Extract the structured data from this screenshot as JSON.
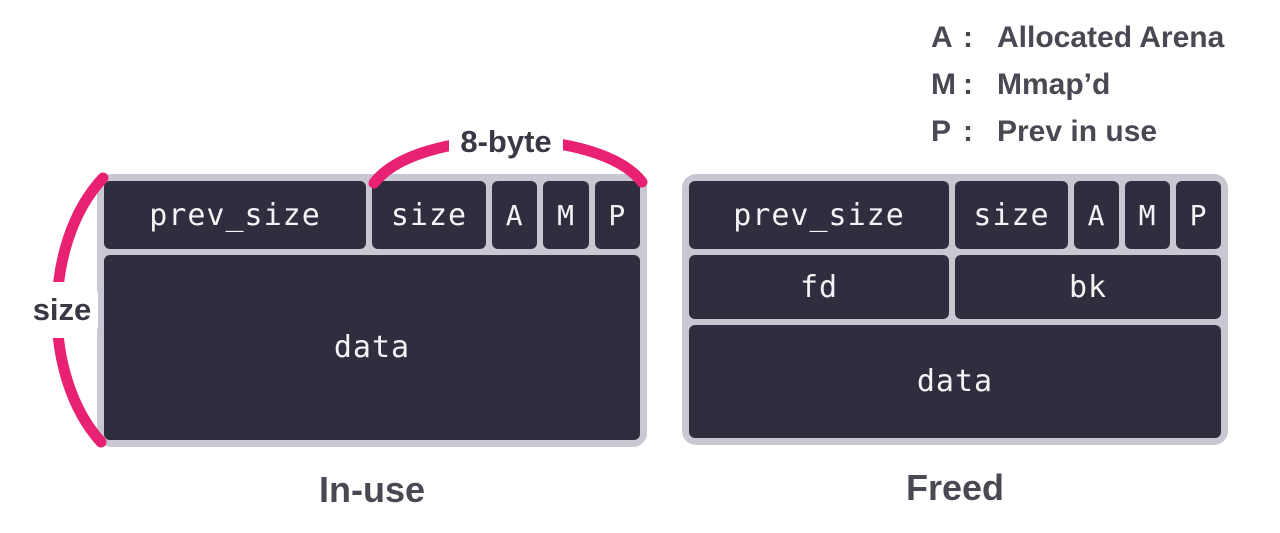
{
  "colors": {
    "cell_bg": "#2f2d3e",
    "frame": "#c9c8d2",
    "accent_pink": "#e82173",
    "dark_text": "#4a4853",
    "cell_text": "#f4f3f6",
    "label_bg": "#ffffff"
  },
  "legend": {
    "items": [
      {
        "key": "A",
        "separator": ":",
        "label": "Allocated Arena"
      },
      {
        "key": "M",
        "separator": ":",
        "label": "Mmap’d"
      },
      {
        "key": "P",
        "separator": ":",
        "label": "Prev in use"
      }
    ]
  },
  "annotations": {
    "byte_span_label": "8-byte",
    "size_span_label": "size"
  },
  "chunks": {
    "in_use": {
      "caption": "In-use",
      "header_cells": [
        "prev_size",
        "size",
        "A",
        "M",
        "P"
      ],
      "data_cell": "data"
    },
    "freed": {
      "caption": "Freed",
      "header_cells": [
        "prev_size",
        "size",
        "A",
        "M",
        "P"
      ],
      "pointer_cells": [
        "fd",
        "bk"
      ],
      "data_cell": "data"
    }
  }
}
